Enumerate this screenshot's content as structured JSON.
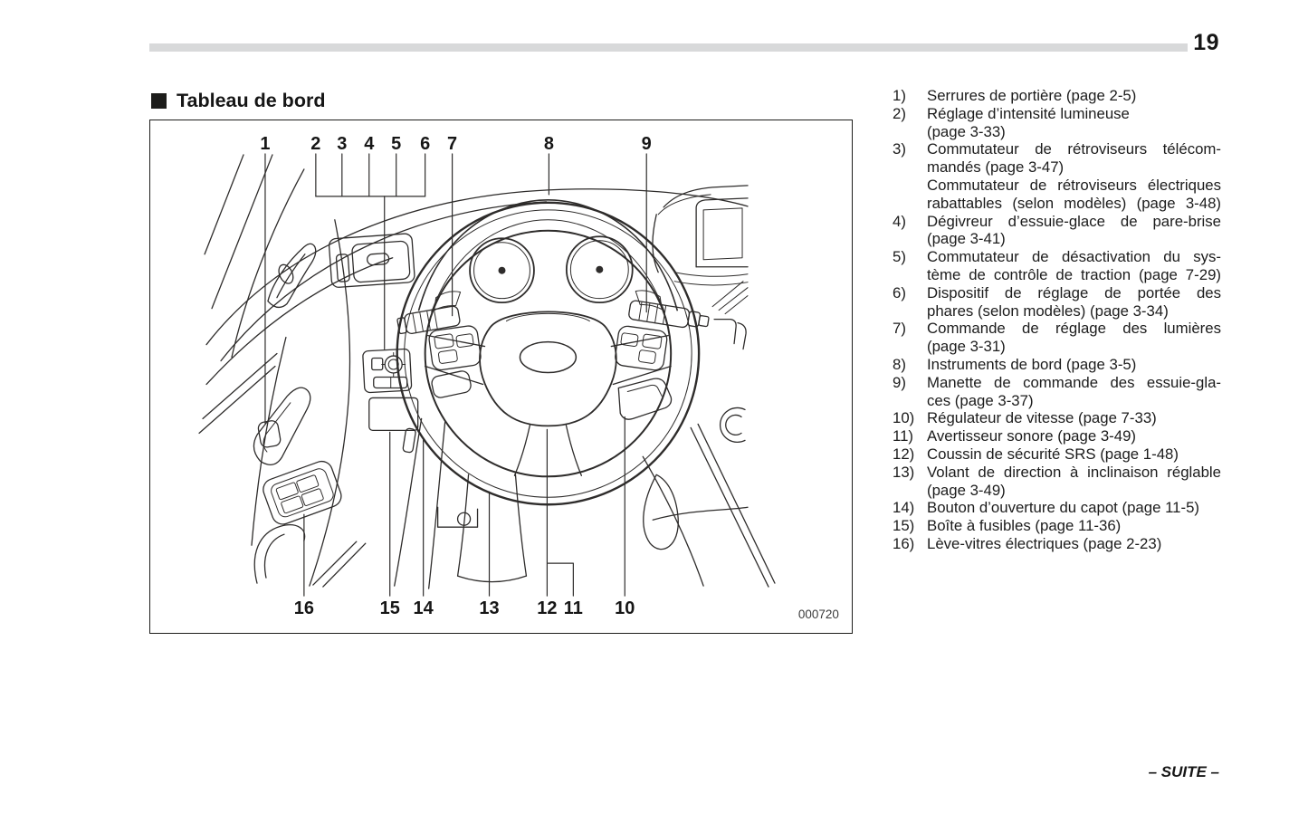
{
  "page": {
    "number": "19",
    "continuation": "– SUITE –"
  },
  "section": {
    "marker": "■",
    "title": "Tableau de bord"
  },
  "colors": {
    "header_bar": "#d8d9da",
    "line_art": "#2e2c2b",
    "text": "#1c1c1c"
  },
  "diagram": {
    "figure_id": "000720",
    "top_callouts": [
      "1",
      "2",
      "3",
      "4",
      "5",
      "6",
      "7",
      "8",
      "9"
    ],
    "bottom_callouts": [
      "16",
      "15",
      "14",
      "13",
      "12",
      "11",
      "10"
    ]
  },
  "legend": {
    "items": [
      {
        "n": "1)",
        "lines": [
          "Serrures de portière (page 2-5)"
        ]
      },
      {
        "n": "2)",
        "lines": [
          "Réglage d’intensité lumineuse",
          "(page 3-33)"
        ]
      },
      {
        "n": "3)",
        "lines": [
          "Commutateur de rétroviseurs télécom-",
          "mandés (page 3-47)",
          "Commutateur de rétroviseurs électriques",
          "rabattables (selon modèles) (page 3-48)"
        ]
      },
      {
        "n": "4)",
        "lines": [
          "Dégivreur d’essuie-glace de pare-brise",
          "(page 3-41)"
        ]
      },
      {
        "n": "5)",
        "lines": [
          "Commutateur de désactivation du sys-",
          "tème de contrôle de traction (page 7-29)"
        ]
      },
      {
        "n": "6)",
        "lines": [
          "Dispositif de réglage de portée des",
          "phares (selon modèles) (page 3-34)"
        ]
      },
      {
        "n": "7)",
        "lines": [
          "Commande de réglage des lumières",
          "(page 3-31)"
        ]
      },
      {
        "n": "8)",
        "lines": [
          "Instruments de bord (page 3-5)"
        ]
      },
      {
        "n": "9)",
        "lines": [
          "Manette de commande des essuie-gla-",
          "ces (page 3-37)"
        ]
      },
      {
        "n": "10)",
        "lines": [
          "Régulateur de vitesse (page 7-33)"
        ]
      },
      {
        "n": "11)",
        "lines": [
          "Avertisseur sonore (page 3-49)"
        ]
      },
      {
        "n": "12)",
        "lines": [
          "Coussin de sécurité SRS (page 1-48)"
        ]
      },
      {
        "n": "13)",
        "lines": [
          "Volant de direction à inclinaison réglable",
          "(page 3-49)"
        ]
      },
      {
        "n": "14)",
        "lines": [
          "Bouton d’ouverture du capot (page 11-5)"
        ]
      },
      {
        "n": "15)",
        "lines": [
          "Boîte à fusibles (page 11-36)"
        ]
      },
      {
        "n": "16)",
        "lines": [
          "Lève-vitres électriques (page 2-23)"
        ]
      }
    ]
  }
}
